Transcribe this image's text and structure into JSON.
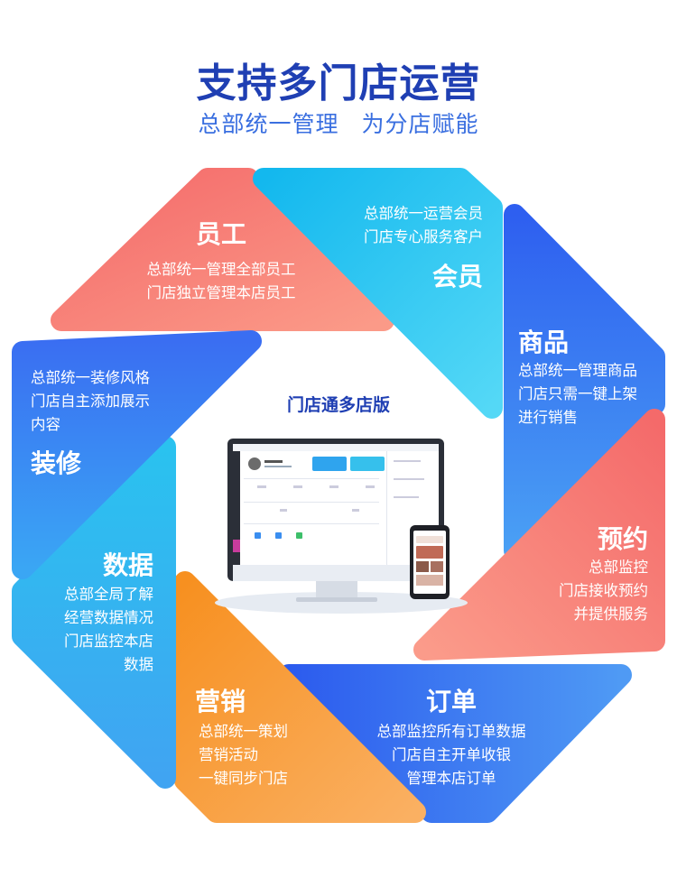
{
  "header": {
    "title": "支持多门店运营",
    "subtitle_left": "总部统一管理",
    "subtitle_right": "为分店赋能"
  },
  "center": {
    "label": "门店通多店版"
  },
  "segments": {
    "staff": {
      "title": "员工",
      "lines": [
        "总部统一管理全部员工",
        "门店独立管理本店员工"
      ]
    },
    "member": {
      "title": "会员",
      "lines": [
        "总部统一运营会员",
        "门店专心服务客户"
      ]
    },
    "goods": {
      "title": "商品",
      "lines": [
        "总部统一管理商品",
        "门店只需一键上架",
        "进行销售"
      ]
    },
    "booking": {
      "title": "预约",
      "lines": [
        "总部监控",
        "门店接收预约",
        "并提供服务"
      ]
    },
    "order": {
      "title": "订单",
      "lines": [
        "总部监控所有订单数据",
        "门店自主开单收银",
        "管理本店订单"
      ]
    },
    "marketing": {
      "title": "营销",
      "lines": [
        "总部统一策划",
        "营销活动",
        "一键同步门店"
      ]
    },
    "data": {
      "title": "数据",
      "lines": [
        "总部全局了解",
        "经营数据情况",
        "门店监控本店",
        "数据"
      ]
    },
    "decor": {
      "title": "装修",
      "lines": [
        "总部统一装修风格",
        "门店自主添加展示",
        "内容"
      ]
    }
  },
  "colors": {
    "title": "#1f3fb3",
    "subtitle": "#3a6fe0",
    "coral": "#f47a72",
    "cyan": "#2ec8f0",
    "blue": "#3a6ff0",
    "orange": "#f7a24a"
  }
}
